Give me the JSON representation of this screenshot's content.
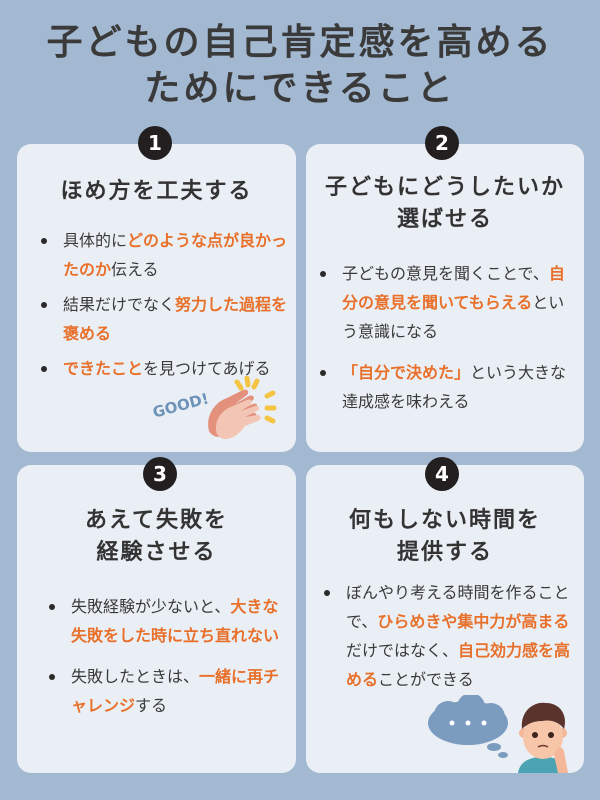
{
  "title": {
    "line1": "子どもの自己肯定感を高める",
    "line2": "ためにできること"
  },
  "colors": {
    "background": "#a3b8d1",
    "card": "#eaeff5",
    "highlight": "#e8702a",
    "badge": "#231f20",
    "text": "#333333"
  },
  "cards": [
    {
      "number": "1",
      "title_lines": [
        "ほめ方を工夫する"
      ],
      "items": [
        [
          {
            "t": "具体的に",
            "h": false
          },
          {
            "t": "どのような点が良かったのか",
            "h": true
          },
          {
            "t": "伝える",
            "h": false
          }
        ],
        [
          {
            "t": "結果だけでなく",
            "h": false
          },
          {
            "t": "努力した過程を褒める",
            "h": true
          }
        ],
        [
          {
            "t": "できたこと",
            "h": true
          },
          {
            "t": "を見つけてあげる",
            "h": false
          }
        ]
      ],
      "illustration": {
        "label": "GOOD!",
        "icon": "clapping-hand-icon"
      }
    },
    {
      "number": "2",
      "title_lines": [
        "子どもにどうしたいか",
        "選ばせる"
      ],
      "items": [
        [
          {
            "t": "子どもの意見を聞くことで、",
            "h": false
          },
          {
            "t": "自分の意見を聞いてもらえる",
            "h": true
          },
          {
            "t": "という意識になる",
            "h": false
          }
        ],
        [
          {
            "t": "「自分で決めた」",
            "h": true
          },
          {
            "t": "という大きな達成感を味わえる",
            "h": false
          }
        ]
      ]
    },
    {
      "number": "3",
      "title_lines": [
        "あえて失敗を",
        "経験させる"
      ],
      "items": [
        [
          {
            "t": "失敗経験が少ないと、",
            "h": false
          },
          {
            "t": "大きな失敗をした時に立ち直れない",
            "h": true
          }
        ],
        [
          {
            "t": "失敗したときは、",
            "h": false
          },
          {
            "t": "一緒に再チャレンジ",
            "h": true
          },
          {
            "t": "する",
            "h": false
          }
        ]
      ]
    },
    {
      "number": "4",
      "title_lines": [
        "何もしない時間を",
        "提供する"
      ],
      "items": [
        [
          {
            "t": "ぼんやり考える時間を作ることで、",
            "h": false
          },
          {
            "t": "ひらめきや集中力が高まる",
            "h": true
          },
          {
            "t": "だけではなく、",
            "h": false
          },
          {
            "t": "自己効力感を高める",
            "h": true
          },
          {
            "t": "ことができる",
            "h": false
          }
        ]
      ],
      "illustration": {
        "label": "...",
        "icon": "thinking-child-icon"
      }
    }
  ]
}
